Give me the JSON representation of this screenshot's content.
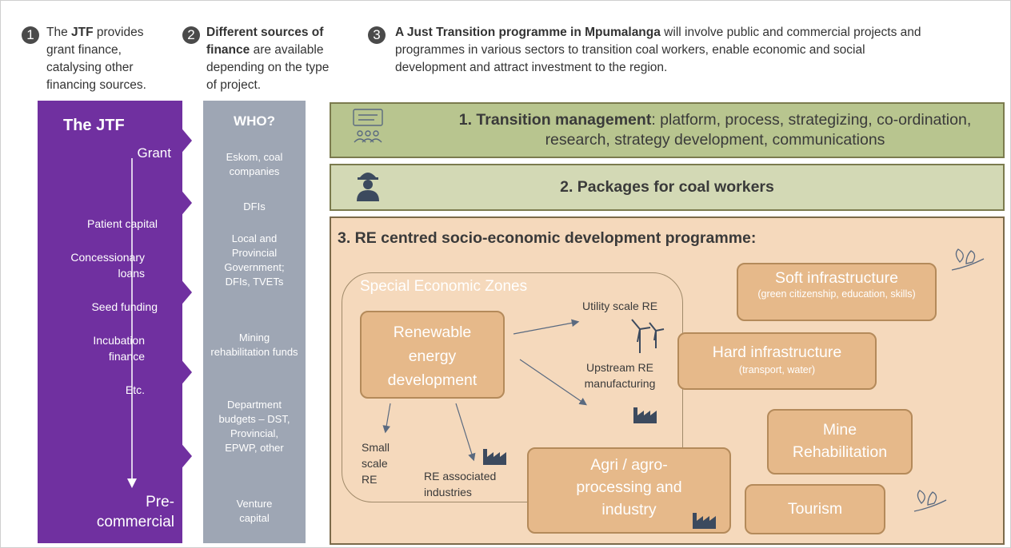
{
  "steps": [
    {
      "num": "1",
      "pre": "The ",
      "bold": "JTF",
      "post": " provides grant finance, catalysing other financing sources."
    },
    {
      "num": "2",
      "bold": "Different sources of finance",
      "post": " are available depending on the type of project."
    },
    {
      "num": "3",
      "bold": "A Just Transition programme in Mpumalanga",
      "post": " will involve public and commercial projects and programmes in various sectors to transition coal workers, enable economic and social development and attract investment to the region."
    }
  ],
  "jtf": {
    "title": "The JTF",
    "top_label": "Grant",
    "bottom_label": "Pre-commercial",
    "items": [
      "Patient capital",
      "Concessionary loans",
      "Seed funding",
      "Incubation finance",
      "Etc."
    ]
  },
  "who": {
    "title": "WHO?",
    "items": [
      "Eskom, coal companies",
      "DFIs",
      "Local and Provincial Government; DFIs, TVETs",
      "Mining rehabilitation funds",
      "Department budgets – DST, Provincial, EPWP, other",
      "Venture capital"
    ]
  },
  "programmes": {
    "p1": {
      "bold": "1. Transition management",
      "rest": ": platform, process, strategizing, co-ordination, research, strategy development, communications"
    },
    "p2": "2. Packages for coal workers",
    "p3": "3. RE centred socio-economic development programme:"
  },
  "sez": {
    "label": "Special Economic Zones",
    "red": "Renewable energy development",
    "utility": "Utility scale RE",
    "upstream": "Upstream RE manufacturing",
    "small": "Small scale RE",
    "associated": "RE associated industries"
  },
  "cards": {
    "soft": {
      "title": "Soft infrastructure",
      "sub": "(green citizenship, education, skills)"
    },
    "hard": {
      "title": "Hard infrastructure",
      "sub": "(transport, water)"
    },
    "mine": "Mine Rehabilitation",
    "agri": "Agri / agro-processing and industry",
    "tourism": "Tourism"
  },
  "colors": {
    "jtf": "#7030a0",
    "who": "#9ea6b4",
    "p1": "#b8c58f",
    "p2": "#d3d9b5",
    "p3": "#f5d9bc",
    "card": "#e6b98a"
  }
}
